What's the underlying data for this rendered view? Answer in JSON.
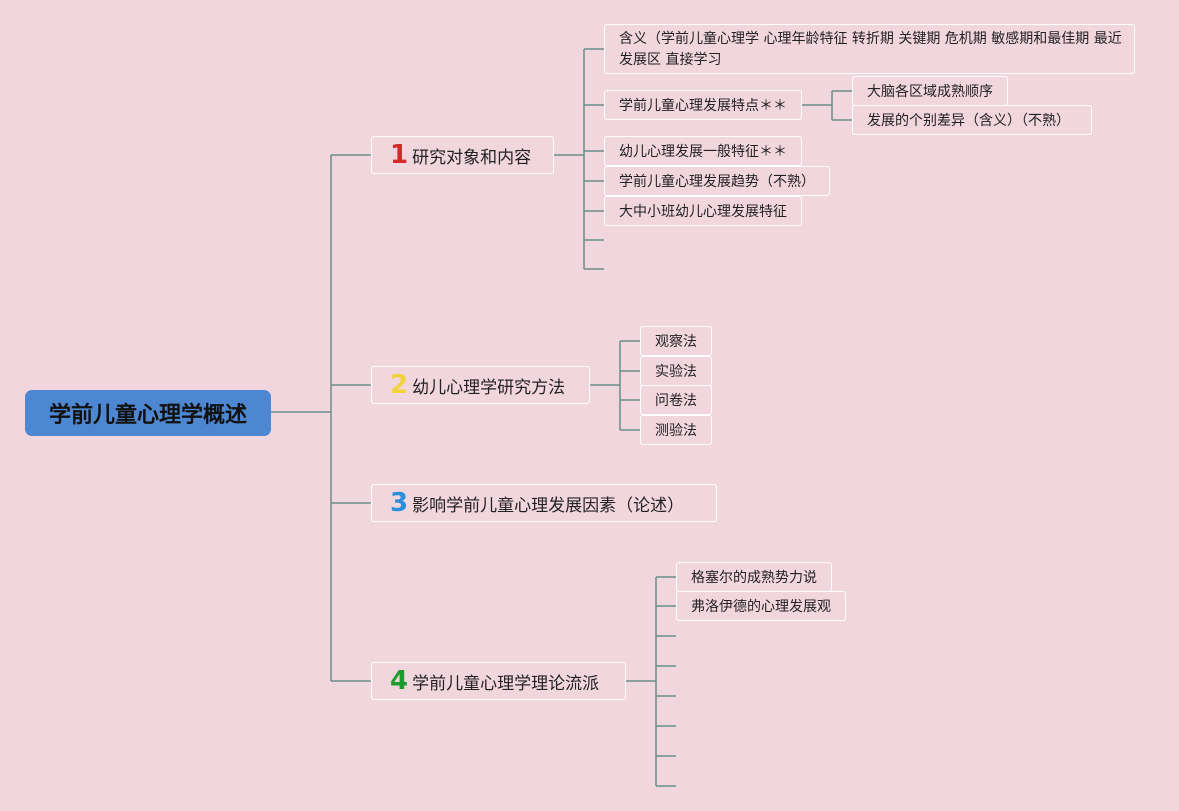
{
  "root": {
    "label": "学前儿童心理学概述"
  },
  "branches": [
    {
      "num": "1",
      "num_color": "#d42a2a",
      "label": "研究对象和内容",
      "children": [
        {
          "label": "含义（学前儿童心理学 心理年龄特征 转折期 关键期 危机期 敏感期和最佳期 最近发展区 直接学习"
        },
        {
          "label": "学前儿童心理发展特点＊＊",
          "children": [
            {
              "label": "大脑各区域成熟顺序"
            },
            {
              "label": "发展的个别差异（含义）（不熟）"
            }
          ]
        },
        {
          "label": "幼儿心理发展一般特征＊＊"
        },
        {
          "label": "学前儿童心理发展趋势（不熟）"
        },
        {
          "label": "大中小班幼儿心理发展特征"
        }
      ]
    },
    {
      "num": "2",
      "num_color": "#f0d23c",
      "label": "幼儿心理学研究方法",
      "children": [
        {
          "label": "观察法"
        },
        {
          "label": "实验法"
        },
        {
          "label": "问卷法"
        },
        {
          "label": "测验法"
        }
      ]
    },
    {
      "num": "3",
      "num_color": "#2a8ed8",
      "label": "影响学前儿童心理发展因素（论述）",
      "children": []
    },
    {
      "num": "4",
      "num_color": "#1f9a2c",
      "label": "学前儿童心理学理论流派",
      "children": [
        {
          "label": "格塞尔的成熟势力说"
        },
        {
          "label": "弗洛伊德的心理发展观"
        }
      ]
    }
  ],
  "colors": {
    "background": "#f2d6de",
    "root": "#4d87d1",
    "line": "#6a8e8a",
    "node_border": "#ffffff"
  }
}
